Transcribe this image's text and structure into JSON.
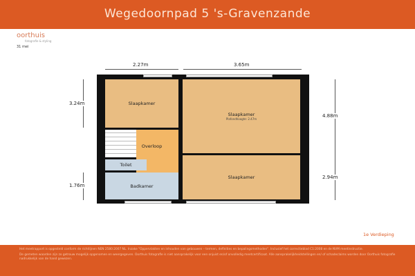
{
  "header": {
    "title": "Wegedoornpad 5 's-Gravenzande"
  },
  "logo": {
    "name": "oorthuis",
    "tagline": "fotografie & styling"
  },
  "date": "31 mei",
  "floor_label": "1e Verdieping",
  "dimensions": {
    "top_left": "2.27m",
    "top_right": "3.65m",
    "left_top": "3.24m",
    "left_bottom": "1.76m",
    "right_top": "4.88m",
    "right_bottom": "2.94m"
  },
  "rooms": {
    "bedroom_left": "Slaapkamer",
    "bedroom_main": "Slaapkamer",
    "ceiling_height": "Plafondhoogte: 2.47m",
    "landing": "Overloop",
    "toilet": "Toilet",
    "bathroom": "Badkamer",
    "bedroom_bottom": "Slaapkamer"
  },
  "footer": {
    "p1": "Het meetrapport is opgesteld conform de richtlijnen NEN 2580:2007 NL. Inzake \"Oppervlakten en inhouden van gebouwen – termen, definities en bepalingsmethoden\". Inclusief het correctieblad C1:2008 en de NVM meetinstructie.",
    "p2": "De gemeten waarden zijn zo getrouw mogelijk opgenomen en weergegeven. Oorthuis fotografie is niet aansprakelijk voor een onjuist en/of onvolledig meetcertificaat. Alle aansprakelijkheidstellingen en/ of schadeclaims worden door Oorthuis fotografie nadrukkelijk van de hand gewezen."
  }
}
